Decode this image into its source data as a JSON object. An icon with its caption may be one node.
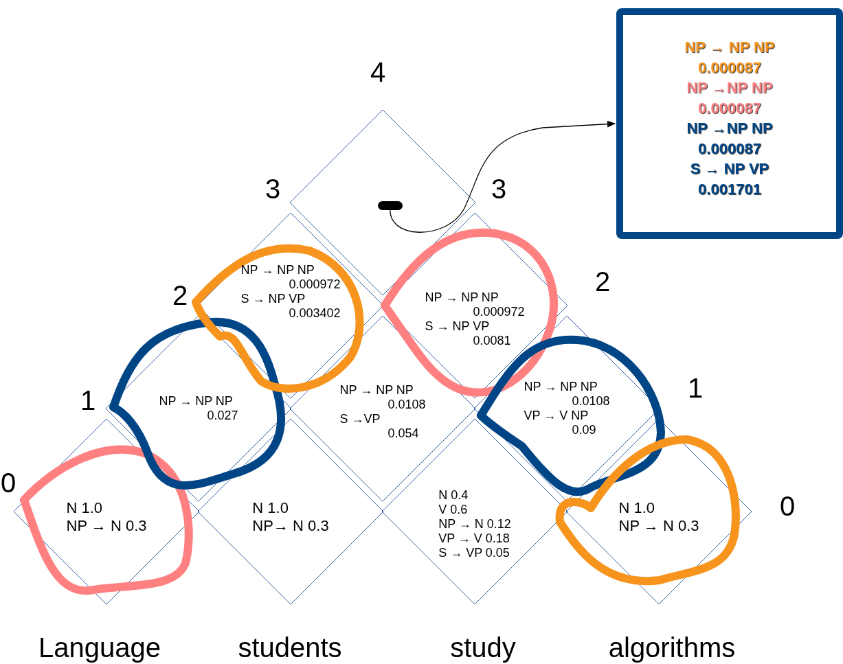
{
  "diagram": {
    "nodes": [
      {
        "text": [
          "NP → NP NP 0.000087",
          "NP →NP NP 0.000087",
          "NP →NP NP 0.000087",
          "S → NP VP 0.001701"
        ]
      },
      {
        "text": [],
        "shape": "diamond"
      },
      {
        "text": [],
        "shape": "bar",
        "in": 1
      },
      {
        "text": [
          "NP → NP NP",
          "0.000972",
          "S → NP VP",
          "0.003402"
        ]
      },
      {
        "text": [
          "NP → NP NP",
          "0.000972",
          "S → NP VP",
          "0.0081"
        ]
      },
      {
        "text": [
          "NP → NP NP",
          "0.027"
        ]
      },
      {
        "text": [
          "NP → NP NP",
          "0.0108",
          "S →VP",
          "0.054"
        ]
      },
      {
        "text": [
          "NP → NP NP",
          "0.0108",
          "VP → V NP",
          "0.09"
        ]
      },
      {
        "text": [
          "N 1.0",
          "NP → N 0.3"
        ]
      },
      {
        "text": [
          "N 1.0",
          "NP→ N 0.3"
        ]
      },
      {
        "text": [
          "N 0.4",
          "V 0.6",
          "NP → N 0.12",
          "VP → V 0.18",
          "S → VP 0.05"
        ]
      },
      {
        "text": [
          "N 1.0",
          "NP → N 0.3"
        ]
      }
    ],
    "edges": [
      {
        "from": 2,
        "to": 0,
        "arrow": "to"
      }
    ],
    "labels": [
      "4",
      "3",
      "3",
      "2",
      "2",
      "1",
      "1",
      "0",
      "0",
      "Language",
      "students",
      "study",
      "algorithms"
    ]
  }
}
